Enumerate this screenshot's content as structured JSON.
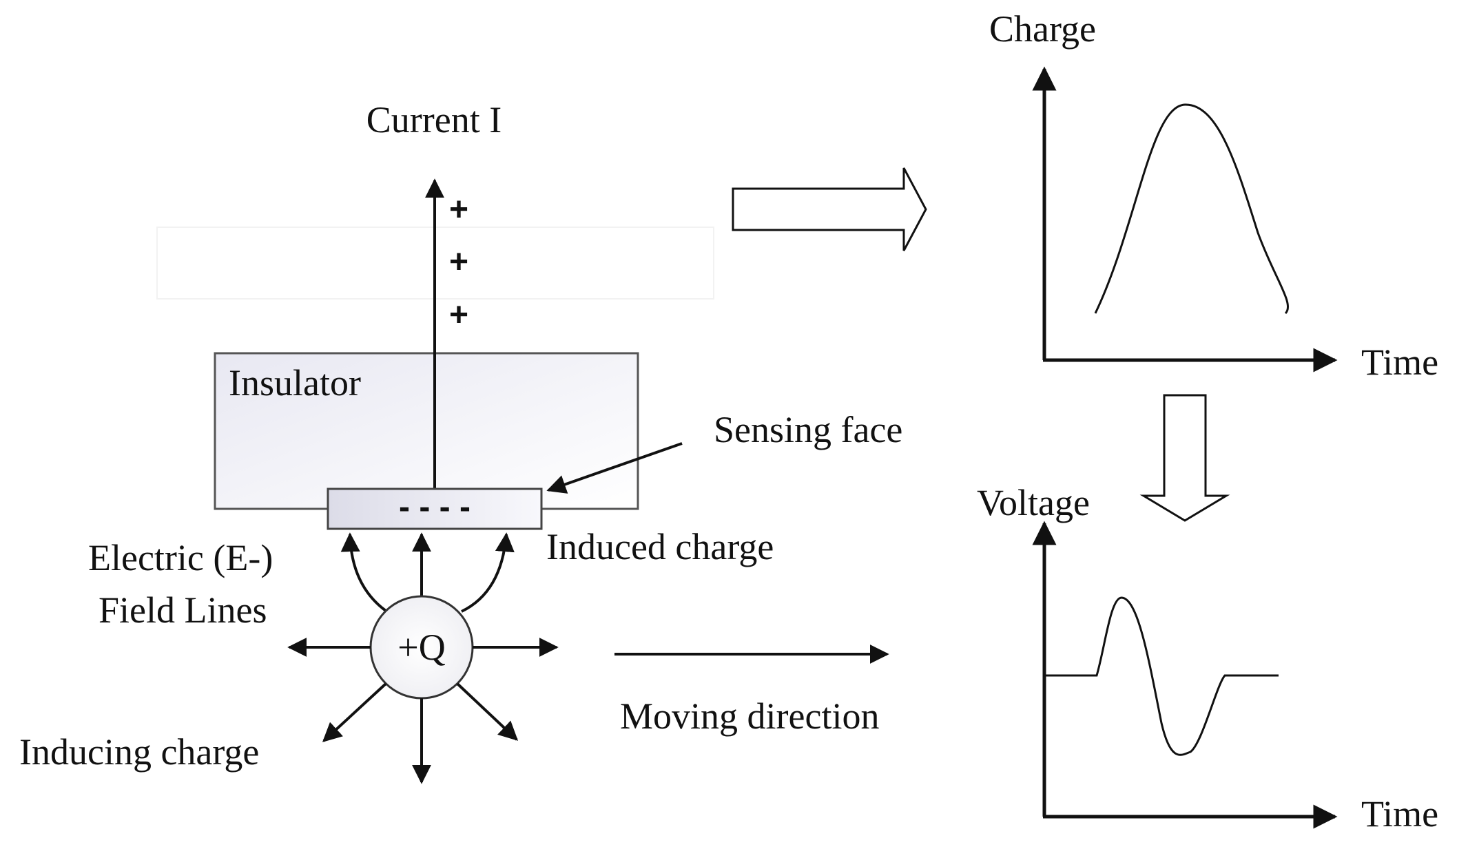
{
  "labels": {
    "current": "Current I",
    "plus_signs": [
      "+",
      "+",
      "+"
    ],
    "insulator": "Insulator",
    "sensing_face": "Sensing face",
    "induced_dashes": "- - - -",
    "induced_charge": "Induced charge",
    "field_lines_line1": "Electric (E-)",
    "field_lines_line2": "Field Lines",
    "point_charge": "+Q",
    "inducing_charge": "Inducing charge",
    "moving_direction": "Moving direction"
  },
  "charge_plot": {
    "ylabel": "Charge",
    "xlabel": "Time",
    "shape": "bell pulse"
  },
  "voltage_plot": {
    "ylabel": "Voltage",
    "xlabel": "Time",
    "shape": "bipolar pulse on baseline"
  },
  "colors": {
    "line": "#111111",
    "insulator_fill": "#f2f2f8",
    "electrode_fill": "#e6e6ef",
    "background": "#ffffff"
  }
}
